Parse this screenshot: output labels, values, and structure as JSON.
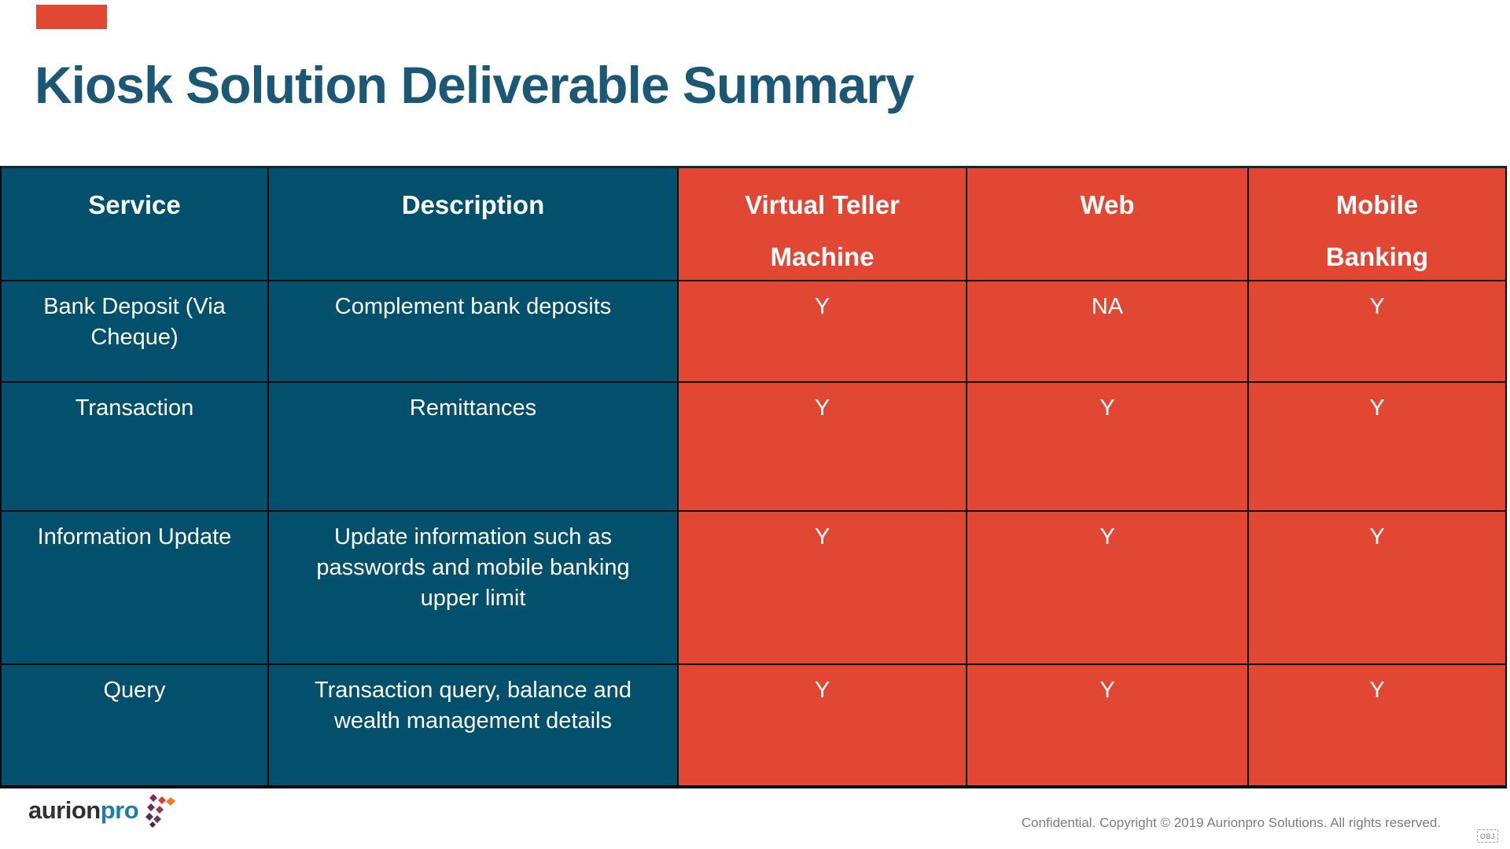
{
  "slide": {
    "title": "Kiosk Solution Deliverable Summary"
  },
  "table": {
    "headers": {
      "service": "Service",
      "description": "Description",
      "vtm": "Virtual Teller\nMachine",
      "web": "Web",
      "mobile": "Mobile\nBanking"
    },
    "rows": [
      {
        "service": "Bank Deposit (Via Cheque)",
        "description": "Complement bank deposits",
        "vtm": "Y",
        "web": "NA",
        "mobile": "Y"
      },
      {
        "service": "Transaction",
        "description": "Remittances",
        "vtm": "Y",
        "web": "Y",
        "mobile": "Y"
      },
      {
        "service": "Information Update",
        "description": "Update information such as passwords and mobile banking upper limit",
        "vtm": "Y",
        "web": "Y",
        "mobile": "Y"
      },
      {
        "service": "Query",
        "description": "Transaction query, balance and wealth management details",
        "vtm": "Y",
        "web": "Y",
        "mobile": "Y"
      }
    ]
  },
  "footer": {
    "logo": {
      "text_primary": "aurion",
      "text_secondary": "pro"
    },
    "copyright": "Confidential. Copyright © 2019 Aurionpro Solutions. All rights reserved.",
    "object_marker": "OBJ"
  },
  "colors": {
    "title_text": "#1A5875",
    "table_dark_cell": "#03506C",
    "table_red_cell": "#E24733",
    "accent_bar": "#E24733",
    "cell_text": "#FFFFFF",
    "border": "#0B0B0B",
    "footer_text": "#7D7D7D",
    "logo_primary": "#2F2F38",
    "logo_secondary": "#1F7EA8",
    "logo_mark_orange": "#EF7B26",
    "logo_mark_red": "#D6402C",
    "logo_mark_purple": "#63305F"
  }
}
